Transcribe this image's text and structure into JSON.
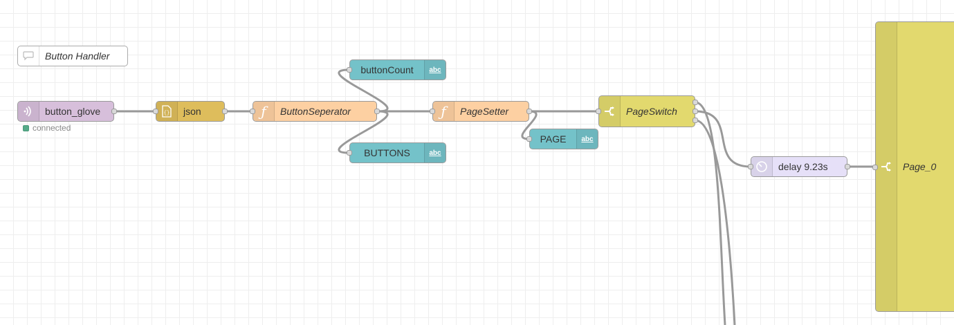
{
  "nodes": {
    "comment": {
      "label": "Button Handler",
      "icon": "comment-icon"
    },
    "button_glove": {
      "label": "button_glove",
      "status": "connected",
      "color": "#D7BFDB",
      "icon": "websocket-in-icon"
    },
    "json": {
      "label": "json",
      "color": "#DEBD5C",
      "icon": "json-icon"
    },
    "button_seperator": {
      "label": "ButtonSeperator",
      "color": "#FDD0A2",
      "icon": "function-icon"
    },
    "button_count": {
      "label": "buttonCount",
      "color": "#74C2C9",
      "icon": "abc-icon",
      "icon_text": "abc"
    },
    "buttons": {
      "label": "BUTTONS",
      "color": "#74C2C9",
      "icon": "abc-icon",
      "icon_text": "abc"
    },
    "page_setter": {
      "label": "PageSetter",
      "color": "#FDD0A2",
      "icon": "function-icon"
    },
    "page": {
      "label": "PAGE",
      "color": "#74C2C9",
      "icon": "abc-icon",
      "icon_text": "abc"
    },
    "page_switch": {
      "label": "PageSwitch",
      "color": "#E2D96E",
      "icon": "switch-icon"
    },
    "delay": {
      "label": "delay 9.23s",
      "color": "#E6E0F8",
      "icon": "timer-icon"
    },
    "page_0": {
      "label": "Page_0",
      "color": "#E2D96E",
      "icon": "switch-icon"
    }
  }
}
